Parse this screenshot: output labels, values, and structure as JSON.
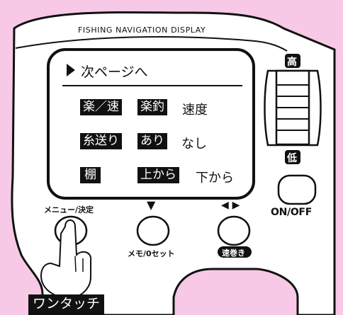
{
  "device": {
    "title": "FISHING NAVIGATION DISPLAY"
  },
  "screen": {
    "next_page": "次ページへ",
    "row1": {
      "label": "楽／速",
      "opt_a": "楽釣",
      "opt_b": "速度"
    },
    "row2": {
      "label": "糸送り",
      "opt_a": "あり",
      "opt_b": "なし"
    },
    "row3": {
      "label": "棚",
      "opt_a": "上から",
      "opt_b": "下から"
    }
  },
  "dial": {
    "high_label": "高",
    "low_label": "低"
  },
  "buttons": {
    "menu_label": "メニュー/決定",
    "memo_symbol": "▼",
    "memo_label": "メモ/0セット",
    "fast_symbol": "◀ ▶",
    "fast_label": "速巻き",
    "power_label": "ON/OFF"
  },
  "caption": "ワンタッチ",
  "colors": {
    "background": "#f7c9e6",
    "device_body": "#ffffff",
    "ink": "#111111"
  }
}
